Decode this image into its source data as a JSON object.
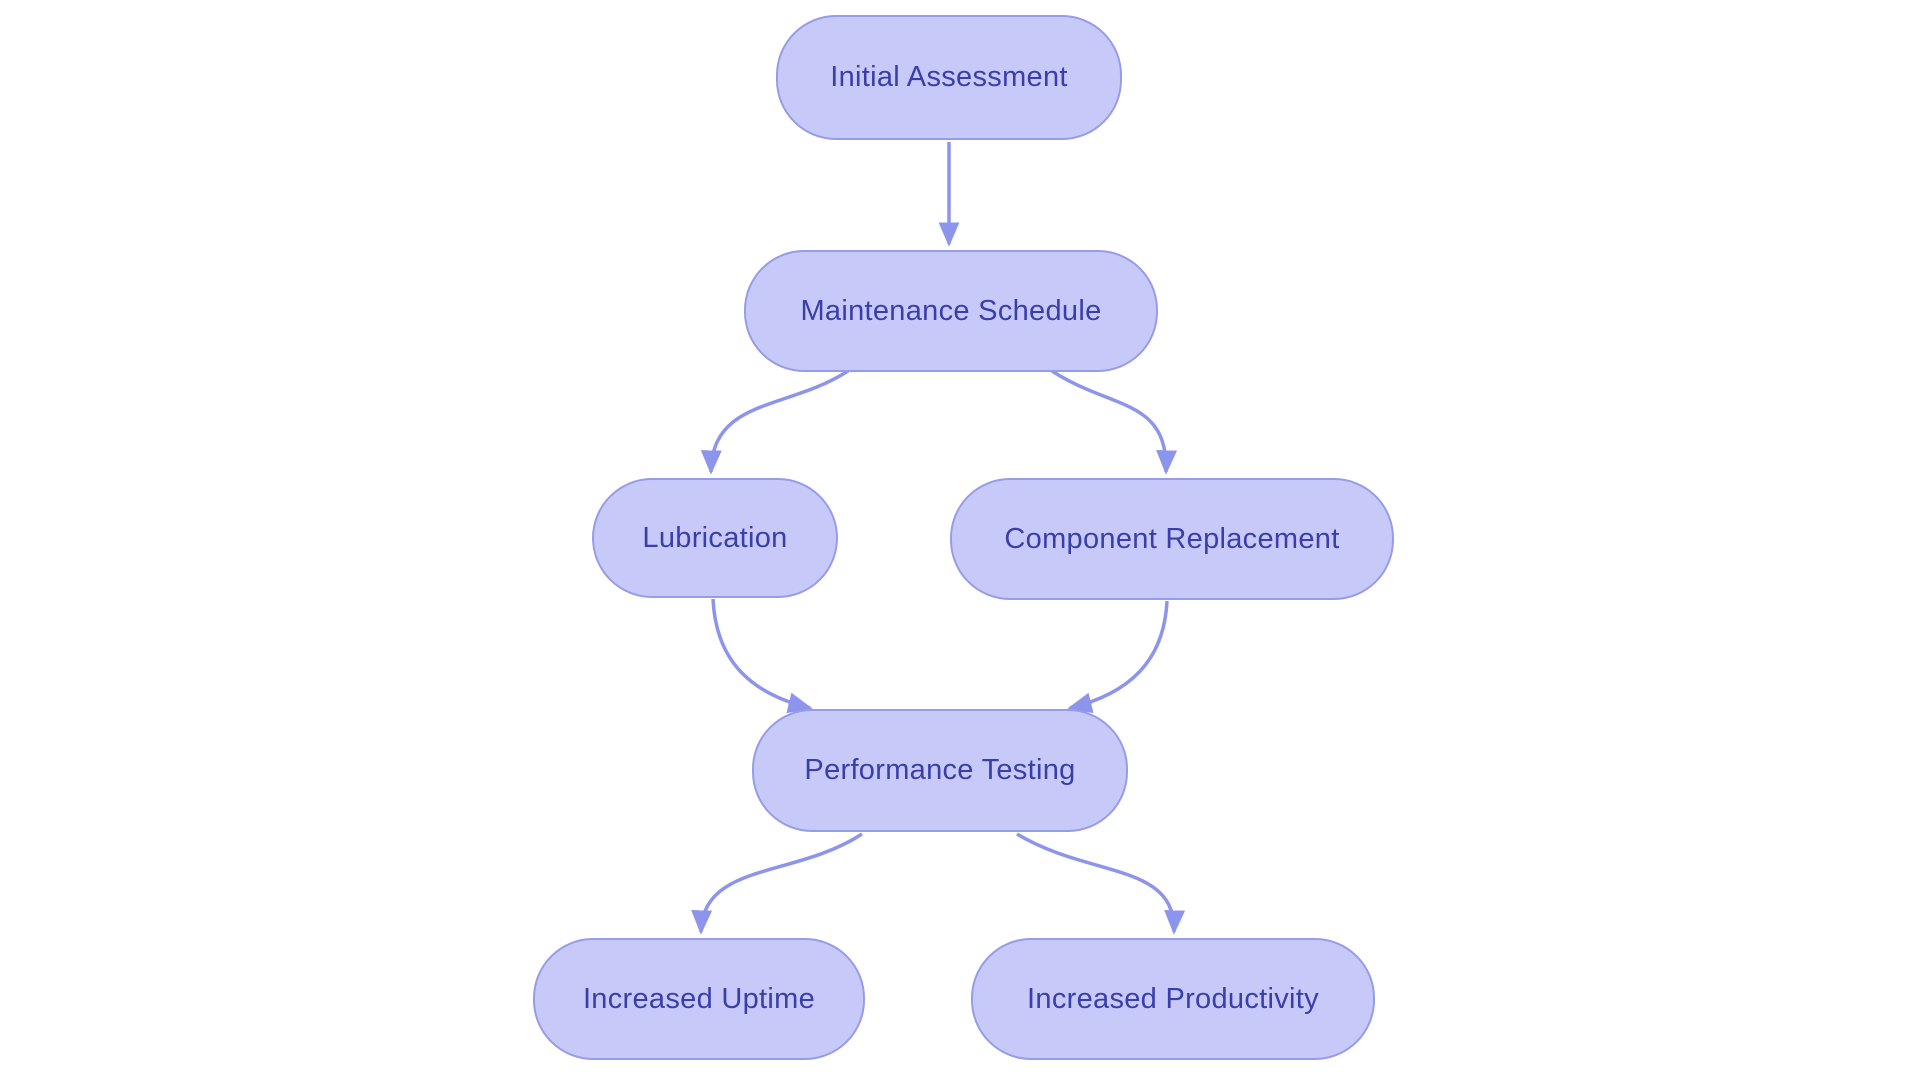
{
  "diagram": {
    "type": "flowchart",
    "direction": "top-down",
    "colors": {
      "background": "#ffffff",
      "node_fill": "#c7caf8",
      "node_border": "#979ce8",
      "edge": "#8d94ec",
      "text": "#3a3daa"
    },
    "nodes": [
      {
        "id": "initial-assessment",
        "label": "Initial Assessment"
      },
      {
        "id": "maintenance-schedule",
        "label": "Maintenance Schedule"
      },
      {
        "id": "lubrication",
        "label": "Lubrication"
      },
      {
        "id": "component-replacement",
        "label": "Component Replacement"
      },
      {
        "id": "performance-testing",
        "label": "Performance Testing"
      },
      {
        "id": "increased-uptime",
        "label": "Increased Uptime"
      },
      {
        "id": "increased-productivity",
        "label": "Increased Productivity"
      }
    ],
    "edges": [
      {
        "from": "initial-assessment",
        "to": "maintenance-schedule"
      },
      {
        "from": "maintenance-schedule",
        "to": "lubrication"
      },
      {
        "from": "maintenance-schedule",
        "to": "component-replacement"
      },
      {
        "from": "lubrication",
        "to": "performance-testing"
      },
      {
        "from": "component-replacement",
        "to": "performance-testing"
      },
      {
        "from": "performance-testing",
        "to": "increased-uptime"
      },
      {
        "from": "performance-testing",
        "to": "increased-productivity"
      }
    ]
  }
}
